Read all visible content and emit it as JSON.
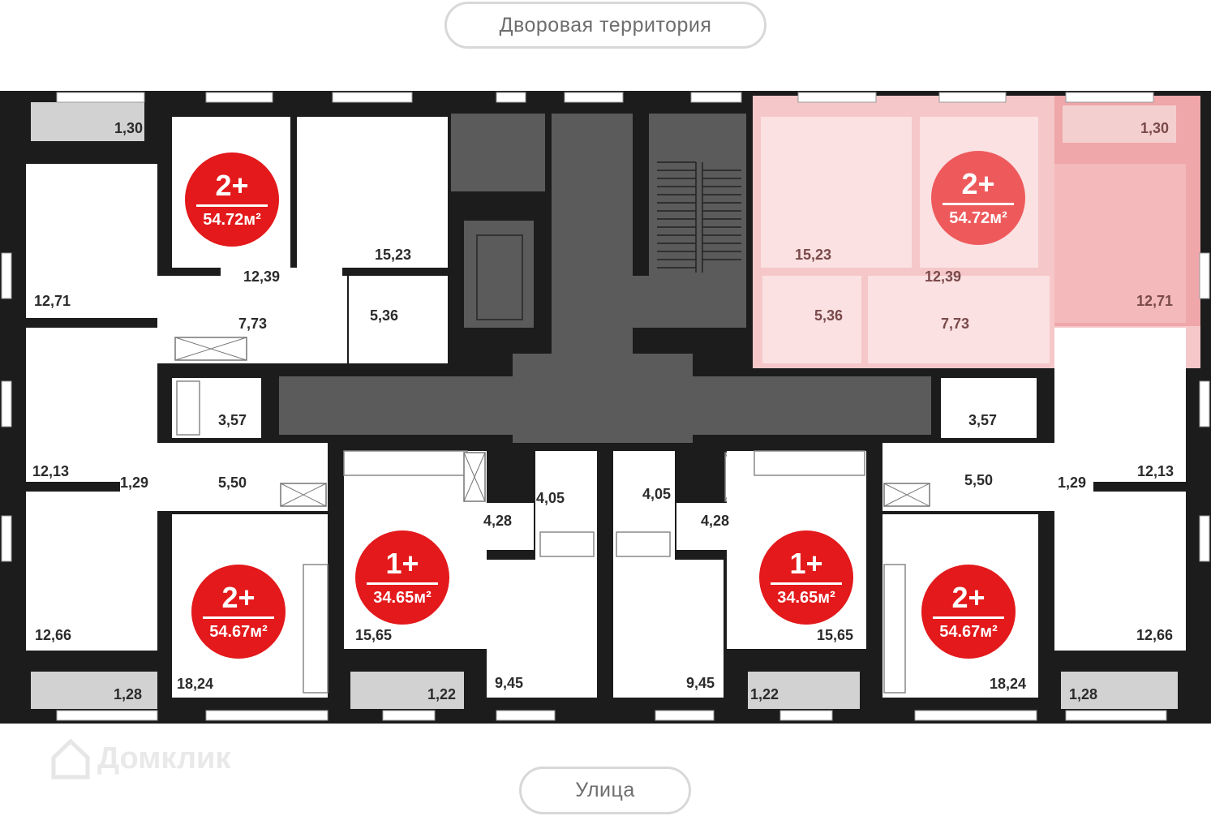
{
  "labels": {
    "yard": "Дворовая территория",
    "street": "Улица",
    "watermark": "Домклик"
  },
  "highlight_color": "#f6c7c9",
  "badge_color": "#e3191b",
  "apartments": [
    {
      "id": "apt-tl",
      "rooms": "2+",
      "area": "54.72м²",
      "highlighted": false
    },
    {
      "id": "apt-tr",
      "rooms": "2+",
      "area": "54.72м²",
      "highlighted": true
    },
    {
      "id": "apt-bl",
      "rooms": "2+",
      "area": "54.67м²",
      "highlighted": false
    },
    {
      "id": "apt-bcl",
      "rooms": "1+",
      "area": "34.65м²",
      "highlighted": false
    },
    {
      "id": "apt-bcr",
      "rooms": "1+",
      "area": "34.65м²",
      "highlighted": false
    },
    {
      "id": "apt-br",
      "rooms": "2+",
      "area": "54.67м²",
      "highlighted": false
    }
  ],
  "room_areas": {
    "tl_balcony": "1,30",
    "tl_room1": "12,71",
    "tl_room2": "12,39",
    "tl_kitchen": "15,23",
    "tl_hall": "7,73",
    "tl_bath": "5,36",
    "tr_balcony": "1,30",
    "tr_room1": "12,71",
    "tr_room2": "12,39",
    "tr_kitchen": "15,23",
    "tr_hall": "7,73",
    "tr_bath": "5,36",
    "bl_room1": "12,13",
    "bl_bath": "3,57",
    "bl_hall1": "1,29",
    "bl_hall2": "5,50",
    "bl_room2": "12,66",
    "bl_kitchen": "18,24",
    "bl_balcony": "1,28",
    "bcl_hall": "4,28",
    "bcl_bath": "4,05",
    "bcl_kitchen": "15,65",
    "bcl_room": "9,45",
    "bcl_balcony": "1,22",
    "bcr_bath": "4,05",
    "bcr_hall": "4,28",
    "bcr_kitchen": "15,65",
    "bcr_room": "9,45",
    "bcr_balcony": "1,22",
    "br_room1": "12,13",
    "br_bath": "3,57",
    "br_hall2": "5,50",
    "br_hall1": "1,29",
    "br_room2": "12,66",
    "br_kitchen": "18,24",
    "br_balcony": "1,28"
  }
}
